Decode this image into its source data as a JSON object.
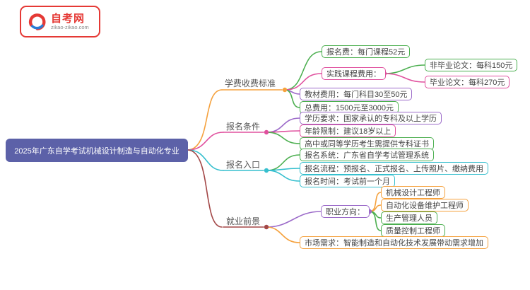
{
  "colors": {
    "brand_red": "#E53935",
    "center_background": "#5C61A8",
    "orange": "#F5A13D",
    "green": "#4CAF50",
    "pink": "#E0509E",
    "purple": "#9C6BC9",
    "cyan": "#36BFCE",
    "maroon": "#A34747"
  },
  "logo": {
    "title": "自考网",
    "subtitle": "zikao-zikao.com"
  },
  "root": {
    "label": "2025年广东自学考试机械设计制造与自动化专业"
  },
  "branches": {
    "fees": {
      "label": "学费收费标准",
      "children": {
        "reg_fee": {
          "label": "报名费：每门课程52元"
        },
        "practice_fee": {
          "label": "实践课程费用：",
          "children": {
            "non_thesis": {
              "label": "非毕业论文：每科150元"
            },
            "thesis": {
              "label": "毕业论文：每科270元"
            }
          }
        },
        "textbook_fee": {
          "label": "教材费用：每门科目30至50元"
        },
        "total_fee": {
          "label": "总费用：1500元至3000元"
        }
      }
    },
    "conditions": {
      "label": "报名条件",
      "children": {
        "education": {
          "label": "学历要求：国家承认的专科及以上学历"
        },
        "age": {
          "label": "年龄限制：建议18岁以上"
        },
        "highschool": {
          "label": "高中或同等学历考生需提供专科证书"
        }
      }
    },
    "entry": {
      "label": "报名入口",
      "children": {
        "system": {
          "label": "报名系统：广东省自学考试管理系统"
        },
        "process": {
          "label": "报名流程：预报名、正式报名、上传照片、缴纳费用"
        },
        "time": {
          "label": "报名时间：考试前一个月"
        }
      }
    },
    "career": {
      "label": "就业前景",
      "children": {
        "direction": {
          "label": "职业方向：",
          "children": {
            "mechanical": {
              "label": "机械设计工程师"
            },
            "automation": {
              "label": "自动化设备维护工程师"
            },
            "production": {
              "label": "生产管理人员"
            },
            "quality": {
              "label": "质量控制工程师"
            }
          }
        },
        "market": {
          "label": "市场需求：智能制造和自动化技术发展带动需求增加"
        }
      }
    }
  }
}
